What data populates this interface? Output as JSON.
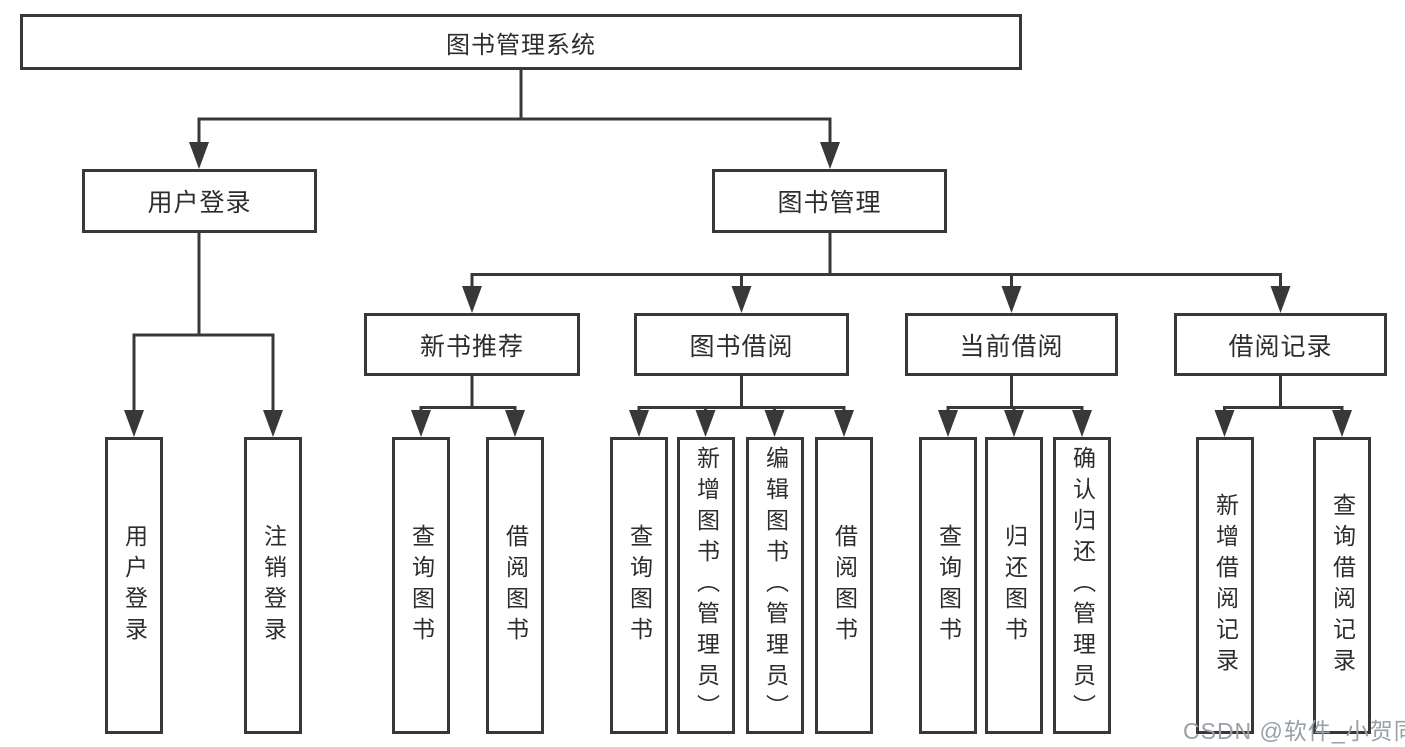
{
  "diagram": {
    "root": {
      "label": "图书管理系统"
    },
    "level1": [
      {
        "label": "用户登录"
      },
      {
        "label": "图书管理"
      }
    ],
    "level2": [
      {
        "label": "新书推荐"
      },
      {
        "label": "图书借阅"
      },
      {
        "label": "当前借阅"
      },
      {
        "label": "借阅记录"
      }
    ],
    "leaves": [
      {
        "label": "用户登录"
      },
      {
        "label": "注销登录"
      },
      {
        "label": "查询图书"
      },
      {
        "label": "借阅图书"
      },
      {
        "label": "查询图书"
      },
      {
        "label": "新增图书（管理员）"
      },
      {
        "label": "编辑图书（管理员）"
      },
      {
        "label": "借阅图书"
      },
      {
        "label": "查询图书"
      },
      {
        "label": "归还图书"
      },
      {
        "label": "确认归还（管理员）"
      },
      {
        "label": "新增借阅记录"
      },
      {
        "label": "查询借阅记录"
      }
    ]
  },
  "watermark": {
    "text": "CSDN @软件_小贺同学"
  },
  "colors": {
    "line": "#383838",
    "text": "#2d2d2d",
    "watermark": "#9aa0a6",
    "background": "#ffffff"
  }
}
